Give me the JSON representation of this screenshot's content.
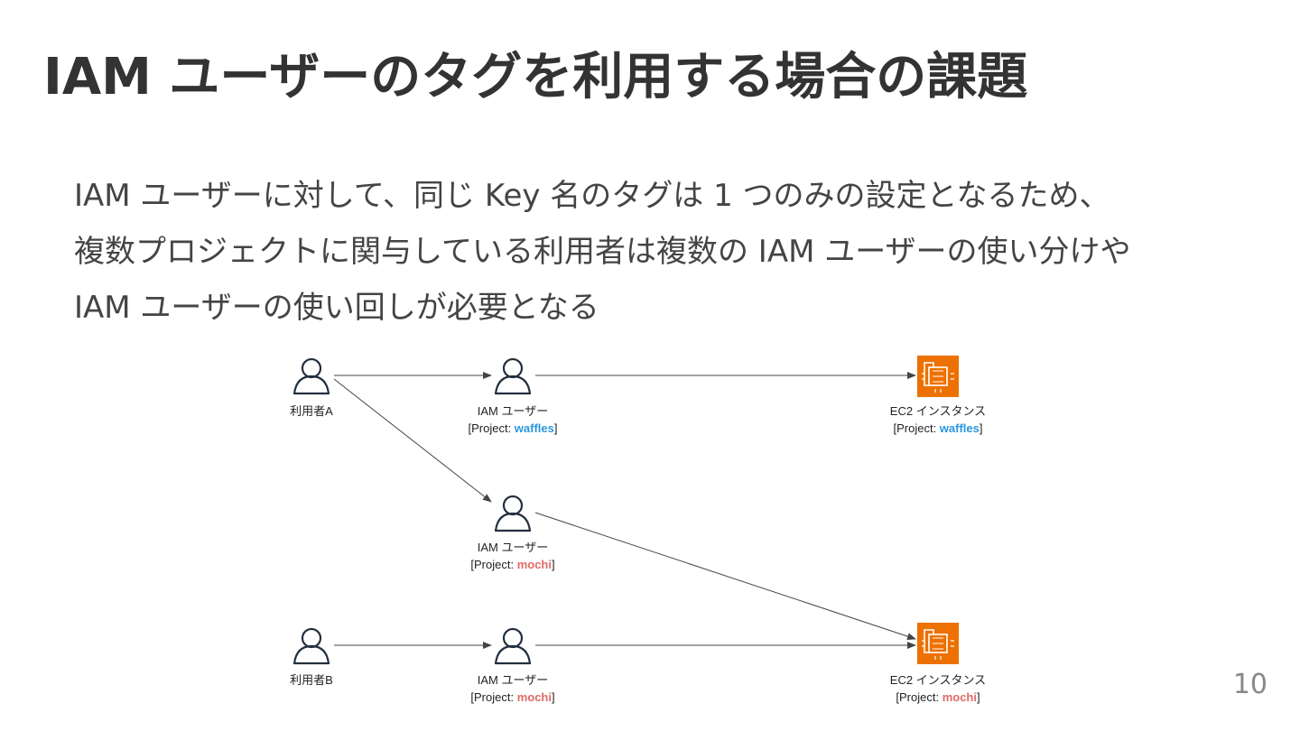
{
  "slide": {
    "title": "IAM ユーザーのタグを利用する場合の課題",
    "description_lines": [
      "IAM ユーザーに対して、同じ Key 名のタグは 1 つのみの設定となるため、",
      "複数プロジェクトに関与している利用者は複数の IAM ユーザーの使い分けや",
      "IAM ユーザーの使い回しが必要となる"
    ],
    "page_number": "10"
  },
  "diagram": {
    "colors": {
      "waffles": "#2a97e0",
      "mochi": "#e06a66",
      "ec2_fill": "#ed7100",
      "arrow": "#444444",
      "icon_stroke": "#232f3e"
    },
    "nodes": {
      "user_a": {
        "label": "利用者A",
        "icon": "person-icon"
      },
      "user_b": {
        "label": "利用者B",
        "icon": "person-icon"
      },
      "iam_waffles": {
        "label": "IAM ユーザー",
        "tag_prefix": "[Project: ",
        "tag_value": "waffles",
        "tag_suffix": "]",
        "icon": "person-icon"
      },
      "iam_mochi_mid": {
        "label": "IAM ユーザー",
        "tag_prefix": "[Project: ",
        "tag_value": "mochi",
        "tag_suffix": "]",
        "icon": "person-icon"
      },
      "iam_mochi_bottom": {
        "label": "IAM ユーザー",
        "tag_prefix": "[Project: ",
        "tag_value": "mochi",
        "tag_suffix": "]",
        "icon": "person-icon"
      },
      "ec2_waffles": {
        "label": "EC2 インスタンス",
        "tag_prefix": "[Project: ",
        "tag_value": "waffles",
        "tag_suffix": "]",
        "icon": "ec2-chip-icon"
      },
      "ec2_mochi": {
        "label": "EC2 インスタンス",
        "tag_prefix": "[Project: ",
        "tag_value": "mochi",
        "tag_suffix": "]",
        "icon": "ec2-chip-icon"
      }
    },
    "edges": [
      {
        "from": "user_a",
        "to": "iam_waffles"
      },
      {
        "from": "user_a",
        "to": "iam_mochi_mid"
      },
      {
        "from": "iam_waffles",
        "to": "ec2_waffles"
      },
      {
        "from": "iam_mochi_mid",
        "to": "ec2_mochi"
      },
      {
        "from": "user_b",
        "to": "iam_mochi_bottom"
      },
      {
        "from": "iam_mochi_bottom",
        "to": "ec2_mochi"
      }
    ]
  }
}
